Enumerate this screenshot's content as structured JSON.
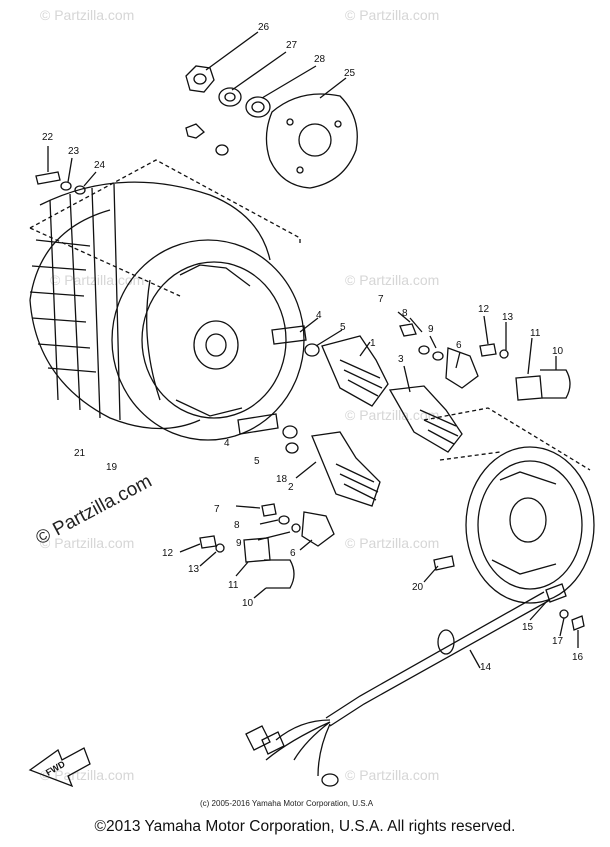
{
  "watermarks": [
    "© Partzilla.com",
    "© Partzilla.com",
    "© Partzilla.com",
    "© Partzilla.com",
    "© Partzilla.com",
    "© Partzilla.com",
    "© Partzilla.com",
    "© Partzilla.com",
    "© Partzilla.com"
  ],
  "side_watermark": "© Partzilla.com",
  "inner_copyright": "(c) 2005-2016 Yamaha Motor Corporation, U.S.A",
  "direction_mark": "FWD",
  "footer_copyright": "©2013 Yamaha Motor Corporation, U.S.A. All rights reserved.",
  "callouts": [
    "26",
    "27",
    "28",
    "25",
    "22",
    "23",
    "24",
    "7",
    "8",
    "9",
    "6",
    "12",
    "13",
    "11",
    "10",
    "4",
    "5",
    "1",
    "3",
    "21",
    "19",
    "4",
    "5",
    "18",
    "2",
    "7",
    "8",
    "9",
    "6",
    "12",
    "13",
    "11",
    "10",
    "20",
    "15",
    "17",
    "16",
    "14"
  ],
  "colors": {
    "line": "#111111",
    "watermark": "#d6d6d6"
  }
}
